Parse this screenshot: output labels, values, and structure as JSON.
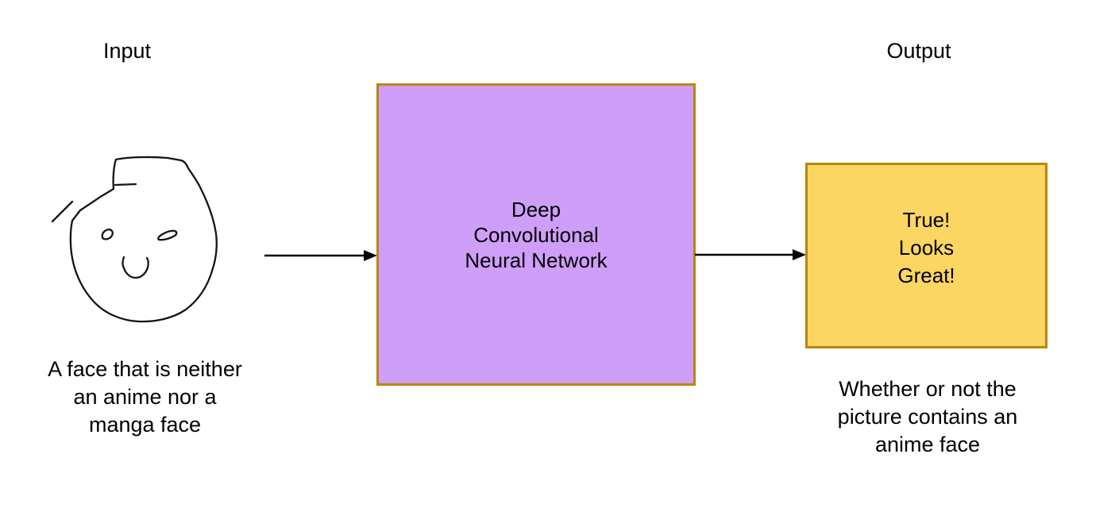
{
  "labels": {
    "input": "Input",
    "output": "Output"
  },
  "network_box": {
    "line1": "Deep",
    "line2": "Convolutional",
    "line3": "Neural Network"
  },
  "output_box": {
    "line1": "True!",
    "line2": "Looks",
    "line3": "Great!"
  },
  "captions": {
    "input": {
      "line1": "A face that is neither",
      "line2": "an anime nor a",
      "line3": "manga face"
    },
    "output": {
      "line1": "Whether or not the",
      "line2": "picture contains an",
      "line3": "anime face"
    }
  },
  "colors": {
    "network_box_fill": "#CF9EF8",
    "network_box_border": "#B8860B",
    "output_box_fill": "#FBD662",
    "output_box_border": "#B8860B",
    "arrow": "#000000",
    "sketch_stroke": "#141414",
    "background": "#FFFFFF"
  },
  "icons": {
    "sketch": "hand-drawn-face-icon",
    "arrow1": "right-arrow-icon",
    "arrow2": "right-arrow-icon"
  }
}
